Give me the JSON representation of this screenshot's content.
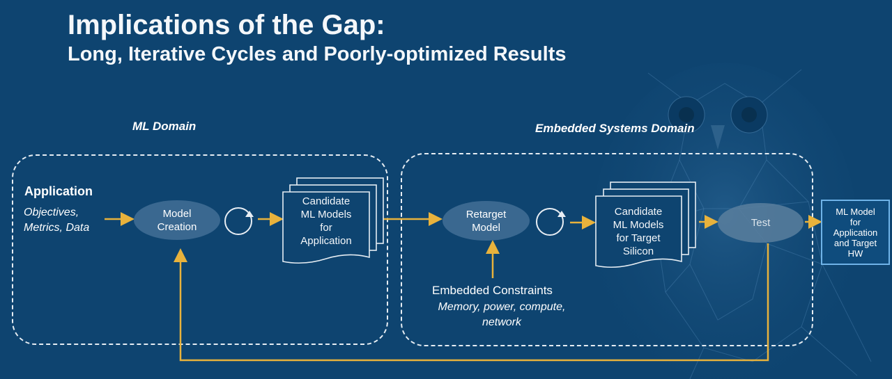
{
  "slide": {
    "title": "Implications of the Gap:",
    "subtitle": "Long, Iterative Cycles and Poorly-optimized Results"
  },
  "ml_domain": {
    "label": "ML Domain",
    "application_title": "Application",
    "application_sub": "Objectives,\nMetrics, Data",
    "model_creation": "Model\nCreation",
    "candidates": "Candidate\nML Models\nfor\nApplication"
  },
  "embedded_domain": {
    "label": "Embedded Systems Domain",
    "retarget": "Retarget\nModel",
    "candidates": "Candidate\nML Models\nfor Target\nSilicon",
    "test": "Test",
    "constraints_title": "Embedded Constraints",
    "constraints_sub": "Memory, power, compute,\nnetwork"
  },
  "output": {
    "label": "ML Model\nfor\nApplication\nand Target\nHW"
  },
  "colors": {
    "background": "#0e4470",
    "arrow": "#e8b23c",
    "ellipse": "#3a6890",
    "output_border": "#6fb3e8"
  },
  "icons": {
    "cycle": "refresh-cycle-icon",
    "owl": "owl-background-image"
  }
}
